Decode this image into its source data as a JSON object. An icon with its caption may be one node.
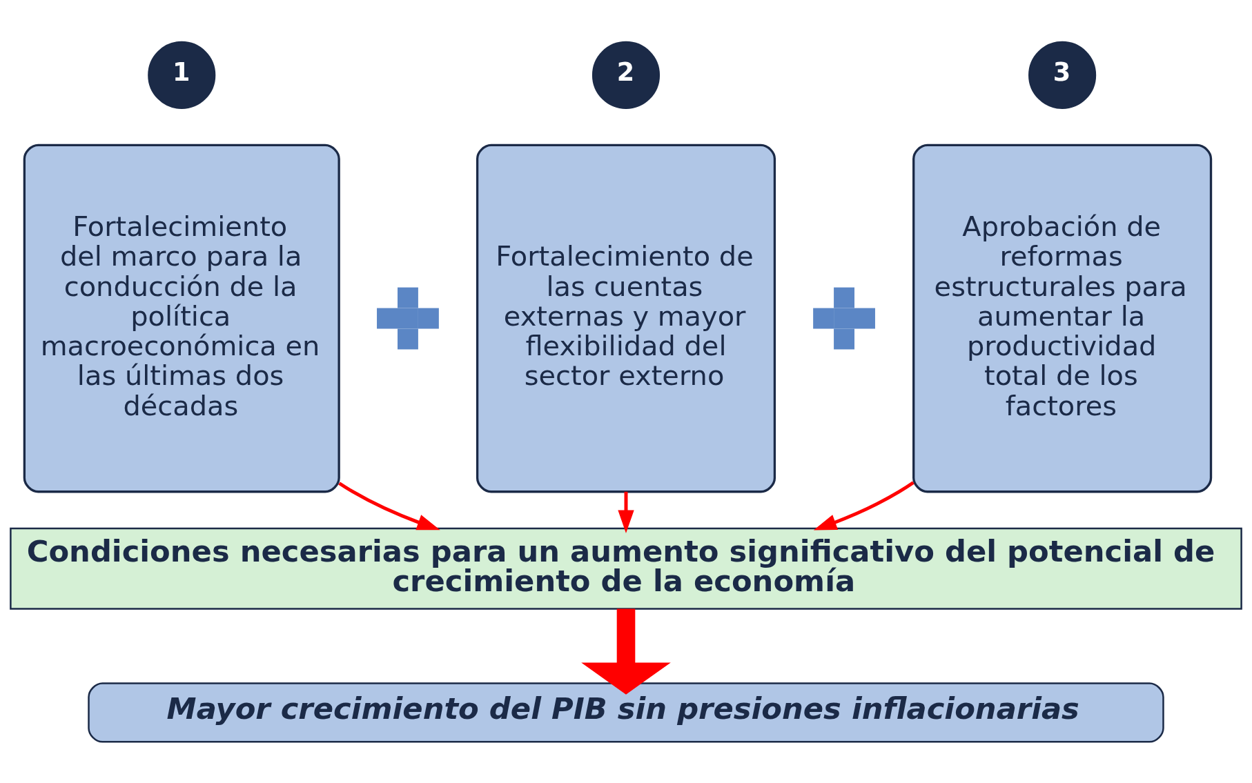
{
  "diagram": {
    "nodes": [
      {
        "text": [
          "1"
        ]
      },
      {
        "text": [
          "Fortalecimiento del marco para la conducción de la política macroeconómica en las últimas dos décadas"
        ]
      },
      {
        "text": [],
        "shape": "plus"
      },
      {
        "text": [
          "2"
        ]
      },
      {
        "text": [
          "Fortalecimiento de las cuentas externas y mayor flexibilidad del sector externo"
        ]
      },
      {
        "text": [],
        "shape": "plus"
      },
      {
        "text": [
          "3"
        ]
      },
      {
        "text": [
          "Aprobación de reformas estructurales para aumentar la productividad total de los factores"
        ]
      },
      {
        "text": [
          "Condiciones necesarias para un aumento significativo del potencial de crecimiento de la economía"
        ]
      },
      {
        "text": [
          "Mayor crecimiento del PIB sin presiones inflacionarias"
        ]
      }
    ],
    "edges": [
      {
        "from": 1,
        "to": 8,
        "arrow": "to"
      },
      {
        "from": 4,
        "to": 8,
        "arrow": "to"
      },
      {
        "from": 7,
        "to": 8,
        "arrow": "to"
      },
      {
        "from": 8,
        "to": 9,
        "arrow": "to",
        "style": "thick"
      }
    ]
  }
}
